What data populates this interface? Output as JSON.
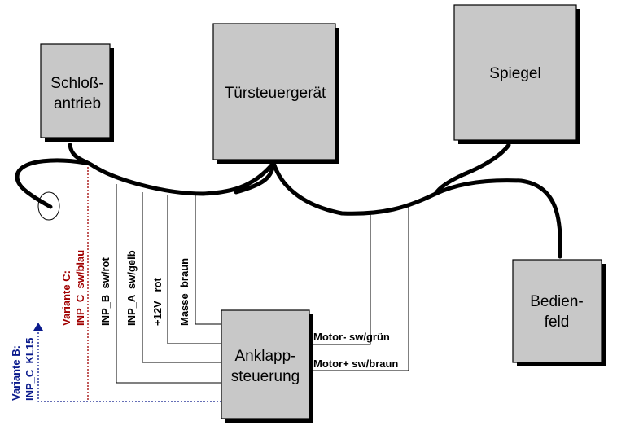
{
  "boxes": {
    "schloss": {
      "line1": "Schloß-",
      "line2": "antrieb"
    },
    "tuer": {
      "label": "Türsteuergerät"
    },
    "spiegel": {
      "label": "Spiegel"
    },
    "bedien": {
      "line1": "Bedien-",
      "line2": "feld"
    },
    "anklapp": {
      "line1": "Anklapp-",
      "line2": "steuerung"
    }
  },
  "wires": {
    "inp_b": "INP_B  sw/rot",
    "inp_a": "INP_A  sw/gelb",
    "plus12": "+12V   rot",
    "masse": "Masse  braun",
    "motor_minus": "Motor- sw/grün",
    "motor_plus": "Motor+ sw/braun"
  },
  "variants": {
    "c_line1": "Variante C:",
    "c_line2": "INP_C  sw/blau",
    "b_line1": "Variante B:",
    "b_line2": "INP_C  KL15"
  },
  "colors": {
    "variant_c": "#a00000",
    "variant_b": "#0a1a8c",
    "box_fill": "#c8c8c8"
  }
}
